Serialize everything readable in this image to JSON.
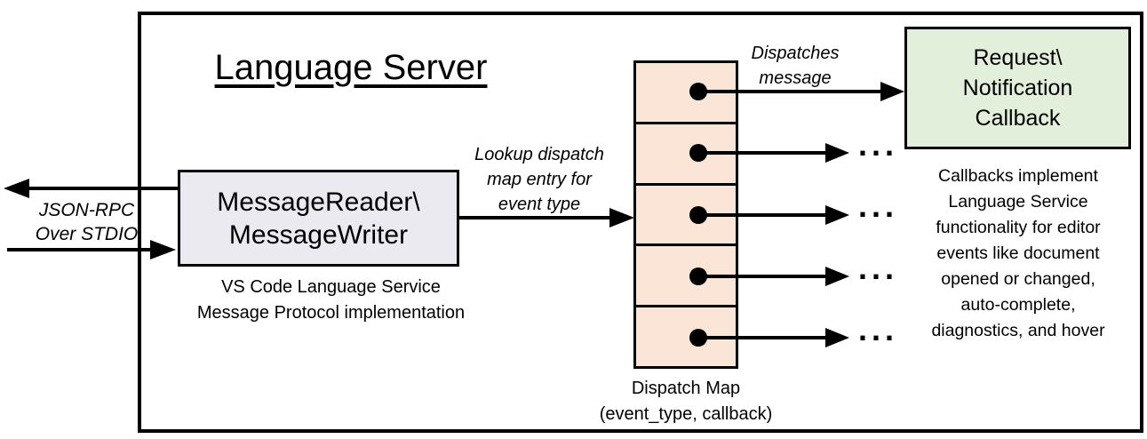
{
  "diagram": {
    "title": "Language Server",
    "io_label": [
      "JSON-RPC",
      "Over STDIO"
    ],
    "message_box": {
      "label": [
        "MessageReader\\",
        "MessageWriter"
      ],
      "caption": [
        "VS Code Language Service",
        "Message Protocol implementation"
      ],
      "fill": "#ebeaf1"
    },
    "lookup_label": [
      "Lookup dispatch",
      "map entry for",
      "event type"
    ],
    "dispatch_map": {
      "caption": [
        "Dispatch Map",
        "(event_type, callback)"
      ],
      "fill": "#fbe5d6",
      "row_count": 5
    },
    "dispatches_label": [
      "Dispatches",
      "message"
    ],
    "callback_box": {
      "label": [
        "Request\\",
        "Notification",
        "Callback"
      ],
      "fill": "#e2efda"
    },
    "callbacks_note": [
      "Callbacks implement",
      "Language Service",
      "functionality for editor",
      "events like document",
      "opened or changed,",
      "auto-complete,",
      "diagnostics, and hover"
    ],
    "ellipsis": "...",
    "colors": {
      "line": "#000000",
      "background": "#ffffff",
      "message_box_fill": "#ebeaf1",
      "dispatch_map_fill": "#fbe5d6",
      "callback_box_fill": "#e2efda"
    }
  }
}
